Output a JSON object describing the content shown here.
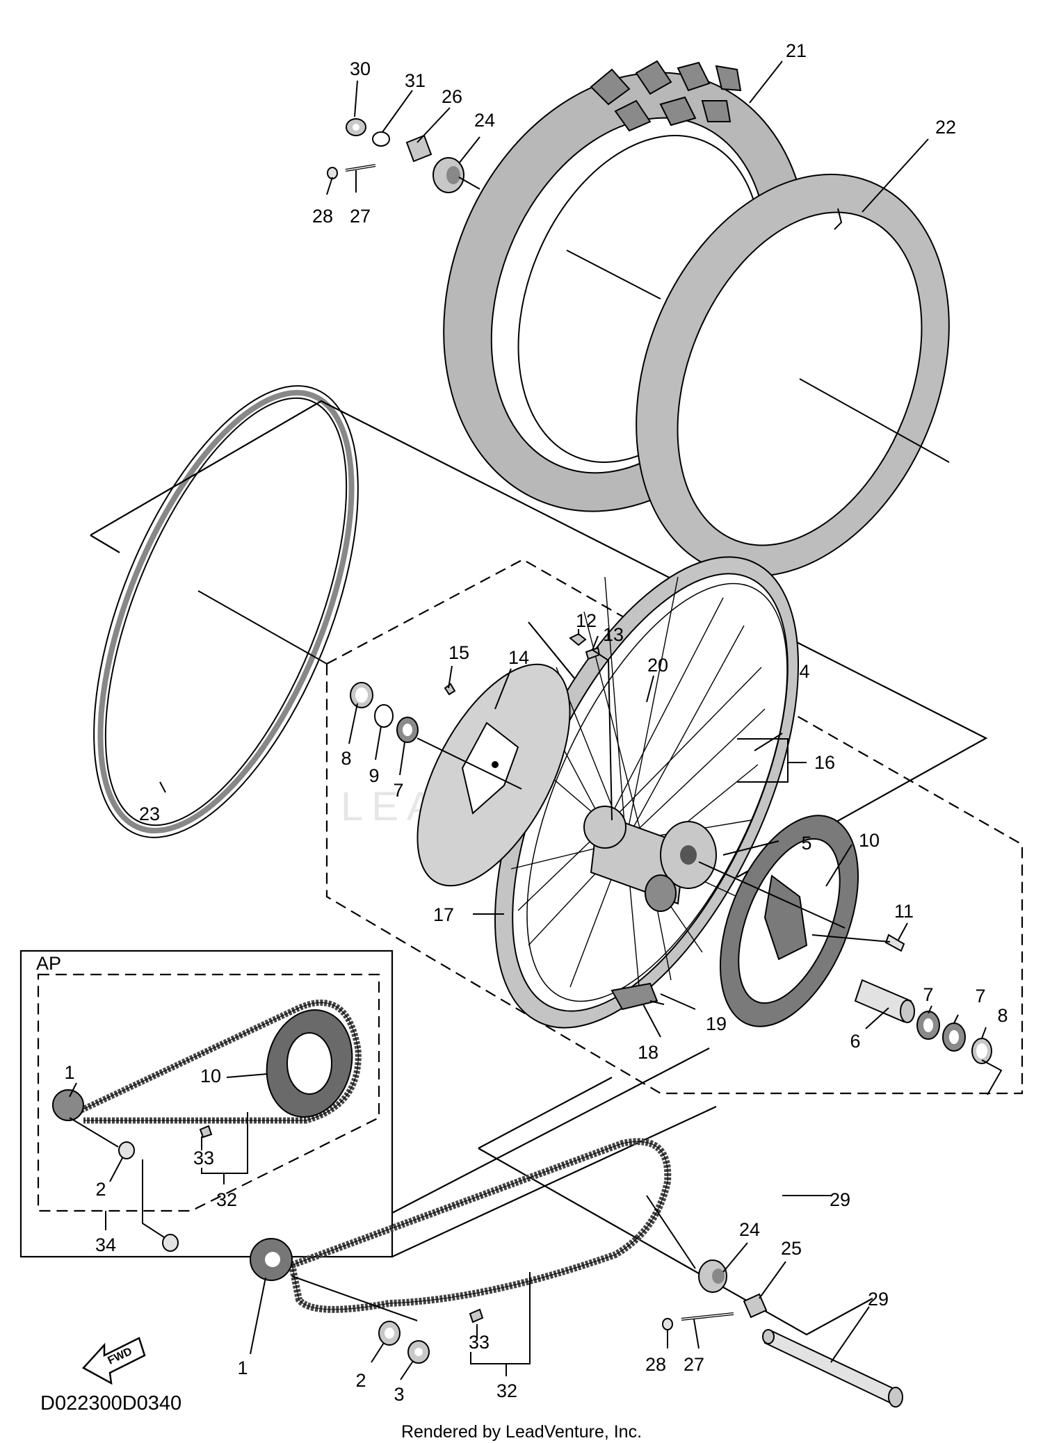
{
  "diagram": {
    "drawing_code": "D022300D0340",
    "footer": "Rendered by LeadVenture, Inc.",
    "watermark": "LEADVENTURE",
    "inset_label": "AP",
    "fwd_label": "FWD",
    "callouts": {
      "c1a": "1",
      "c1b": "1",
      "c2a": "2",
      "c2b": "2",
      "c3": "3",
      "c4": "4",
      "c5": "5",
      "c6": "6",
      "c7a": "7",
      "c7b": "7",
      "c7c": "7",
      "c8a": "8",
      "c8b": "8",
      "c9": "9",
      "c10a": "10",
      "c10b": "10",
      "c11": "11",
      "c12": "12",
      "c13": "13",
      "c14": "14",
      "c15": "15",
      "c16": "16",
      "c17": "17",
      "c18": "18",
      "c19": "19",
      "c20": "20",
      "c21": "21",
      "c22": "22",
      "c23": "23",
      "c24a": "24",
      "c24b": "24",
      "c25": "25",
      "c26": "26",
      "c27a": "27",
      "c27b": "27",
      "c28a": "28",
      "c28b": "28",
      "c29": "29",
      "c30": "30",
      "c31": "31",
      "c32a": "32",
      "c32b": "32",
      "c33a": "33",
      "c33b": "33",
      "c34": "34"
    }
  }
}
